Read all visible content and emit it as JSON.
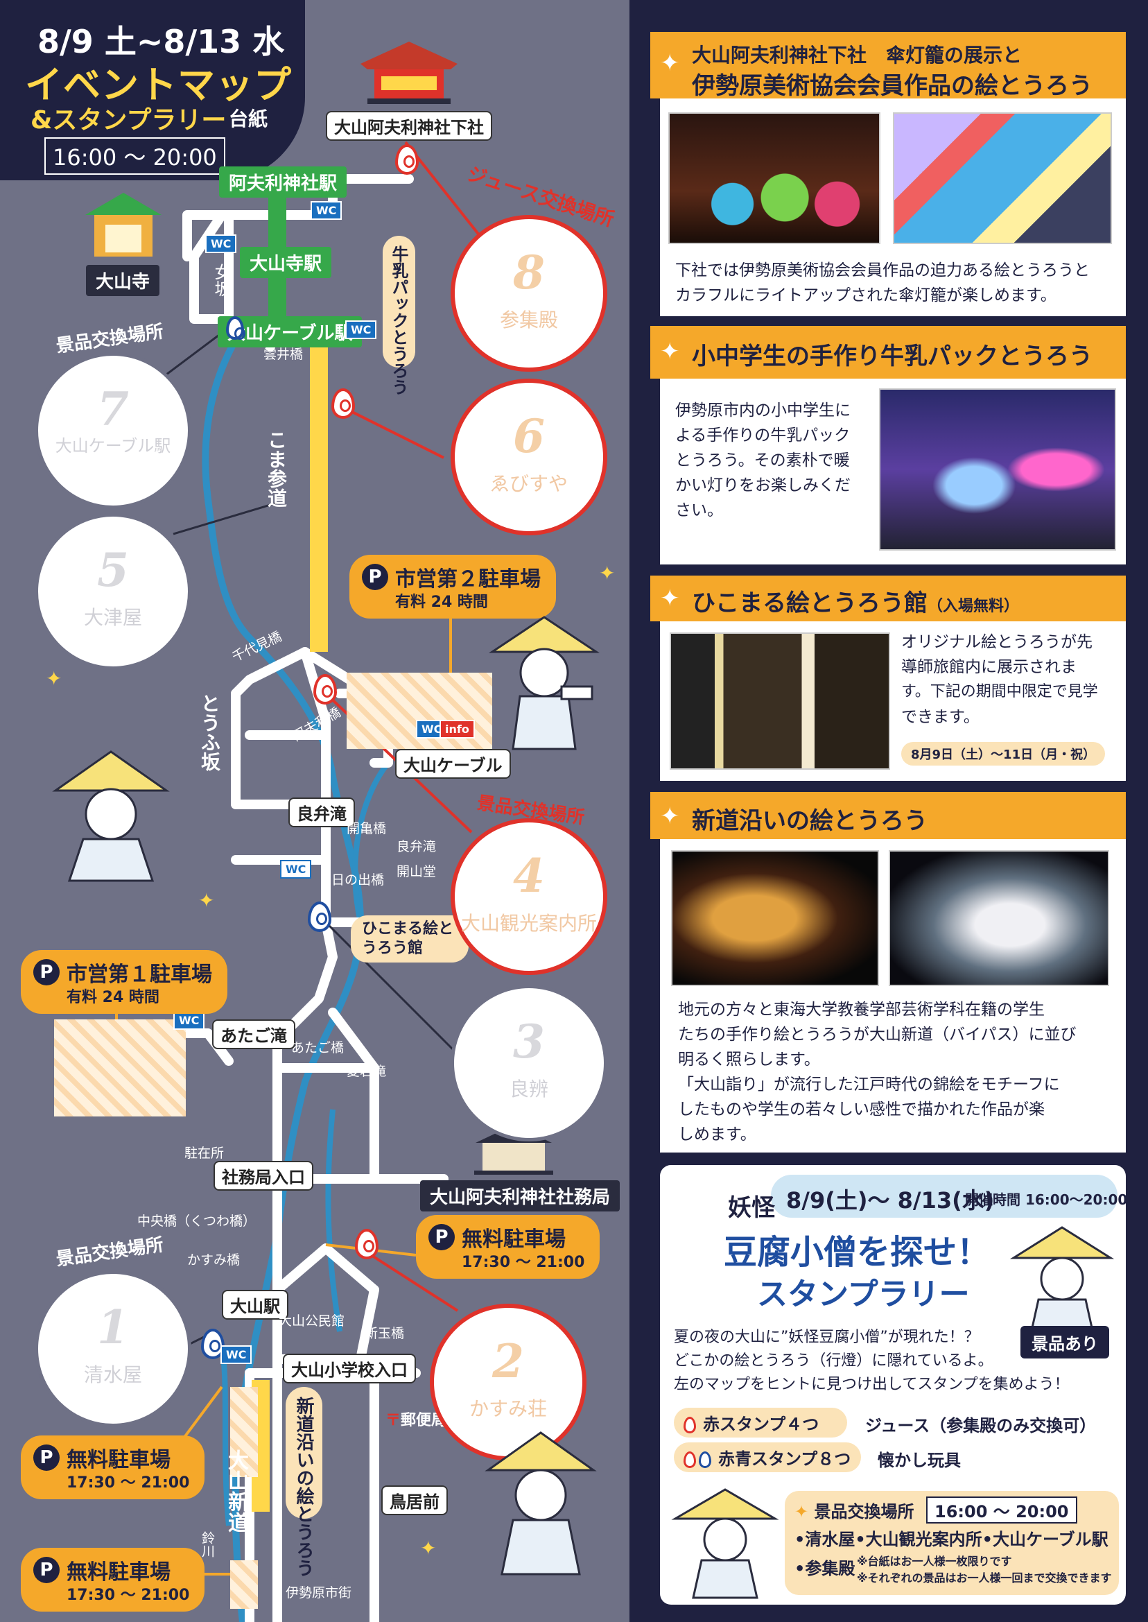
{
  "title": {
    "dates": "8/9 土~8/13 水",
    "main": "イベントマップ",
    "sub": "&スタンプラリー",
    "sub2": "台紙",
    "time": "16:00 〜 20:00"
  },
  "map": {
    "shrine_top": "大山阿夫利神社下社",
    "temple": "大山寺",
    "stations": [
      "阿夫利神社駅",
      "大山寺駅",
      "大山ケーブル駅"
    ],
    "onnazaka": "女坂",
    "juice_exchange": "ジュース交換場所",
    "prize_exchange": "景品交換場所",
    "milk_label": "牛乳パックとうろう",
    "koma_sando": "こま参道",
    "tofu_zaka": "とうふ坂",
    "unai_bashi": "雲井橋",
    "chiyomi_bashi": "千代見橋",
    "afuri_bashi": "阿夫利橋",
    "cable_busstop": "大山ケーブル",
    "roben_taki": "良弁滝",
    "kaiki_bashi": "開亀橋",
    "roben_taki_dot": "良弁滝",
    "kaisando": "開山堂",
    "hinode_bashi": "日の出橋",
    "hikomaru_hall": "ひこまる絵とうろう館",
    "atago_taki": "あたご滝",
    "atago_bashi": "あたご橋",
    "atago_taki_dot": "愛宕滝",
    "chuzaisho": "駐在所",
    "shamukyoku_iriguchi": "社務局入口",
    "shamukyoku": "大山阿夫利神社社務局",
    "chuo_bashi": "中央橋（くつわ橋）",
    "kasumi_bashi": "かすみ橋",
    "oyama_station": "大山駅",
    "kominkan": "大山公民館",
    "shintama_bashi": "新玉橋",
    "elementary": "大山小学校入口",
    "post_office": "郵便局",
    "shindo_lanterns": "新道沿いの絵とうろう",
    "oyama_shindo": "大山新道",
    "torii_mae": "鳥居前",
    "suzu_kawa": "鈴川",
    "isehara_city": "伊勢原市街",
    "wc": "WC",
    "info": "info",
    "parking": [
      {
        "name": "市営第２駐車場",
        "detail": "有料 24 時間"
      },
      {
        "name": "市営第１駐車場",
        "detail": "有料 24 時間"
      },
      {
        "name": "無料駐車場",
        "detail": "17:30 〜 21:00"
      },
      {
        "name": "無料駐車場",
        "detail": "17:30 〜 21:00"
      },
      {
        "name": "無料駐車場",
        "detail": "17:30 〜 21:00"
      }
    ],
    "stamps": [
      {
        "num": "8",
        "name": "参集殿",
        "type": "red"
      },
      {
        "num": "7",
        "name": "大山ケーブル駅",
        "type": "gray"
      },
      {
        "num": "6",
        "name": "ゑびすや",
        "type": "red"
      },
      {
        "num": "5",
        "name": "大津屋",
        "type": "gray"
      },
      {
        "num": "4",
        "name": "大山観光案内所",
        "type": "red"
      },
      {
        "num": "3",
        "name": "良辨",
        "type": "gray"
      },
      {
        "num": "2",
        "name": "かすみ荘",
        "type": "red"
      },
      {
        "num": "1",
        "name": "清水屋",
        "type": "gray"
      }
    ]
  },
  "cards": {
    "card1": {
      "title1": "大山阿夫利神社下社　傘灯籠の展示と",
      "title2": "伊勢原美術協会会員作品の絵とうろう",
      "body": [
        "下社では伊勢原美術協会会員作品の迫力ある絵とうろうと",
        "カラフルにライトアップされた傘灯籠が楽しめます。"
      ]
    },
    "card2": {
      "title": "小中学生の手作り牛乳パックとうろう",
      "body": [
        "伊勢原市内の小中学生に",
        "よる手作りの牛乳パック",
        "とうろう。その素朴で暖",
        "かい灯りをお楽しみくだ",
        "さい。"
      ]
    },
    "card3": {
      "title": "ひこまる絵とうろう館",
      "note": "（入場無料）",
      "body": [
        "オリジナル絵とうろうが先",
        "導師旅館内に展示されま",
        "す。下記の期間中限定で見学",
        "できます。"
      ],
      "period": "8月9日（土）〜11日（月・祝）"
    },
    "card4": {
      "title": "新道沿いの絵とうろう",
      "body": [
        "地元の方々と東海大学教養学部芸術学科在籍の学生",
        "たちの手作り絵とうろうが大山新道（バイパス）に並び",
        "明るく照らします。",
        "「大山詣り」が流行した江戸時代の錦絵をモチーフに",
        "したものや学生の若々しい感性で描かれた作品が楽",
        "しめます。"
      ]
    }
  },
  "stamp_rally": {
    "dates": "8/9(土)〜 8/13(水)",
    "hours": "開催時間 16:00〜20:00",
    "youkai": "妖怪",
    "title1": "豆腐小僧を探せ！",
    "title2": "スタンプラリー",
    "body": [
      "夏の夜の大山に”妖怪豆腐小僧”が現れた！？",
      "どこかの絵とうろう（行燈）に隠れているよ。",
      "左のマップをヒントに見つけ出してスタンプを集めよう！"
    ],
    "prize_badge": "景品あり",
    "rewards": [
      {
        "label": "赤スタンプ４つ",
        "prize": "ジュース（参集殿のみ交換可）"
      },
      {
        "label": "赤青スタンプ８つ",
        "prize": "懐かし玩具"
      }
    ],
    "exchange_title": "景品交換場所",
    "exchange_time": "16:00 〜 20:00",
    "exchange_places1": "•清水屋•大山観光案内所•大山ケーブル駅",
    "exchange_places2": "•参集殿",
    "notes": [
      "※台紙はお一人様一枚限りです",
      "※それぞれの景品はお一人様一回まで交換できます"
    ]
  },
  "colors": {
    "map_bg": "#6f7186",
    "navy": "#1f2140",
    "orange": "#f5a82a",
    "red": "#e0322a",
    "yellow": "#ffd74a",
    "green": "#36a84a",
    "river": "#2f8fc4"
  }
}
